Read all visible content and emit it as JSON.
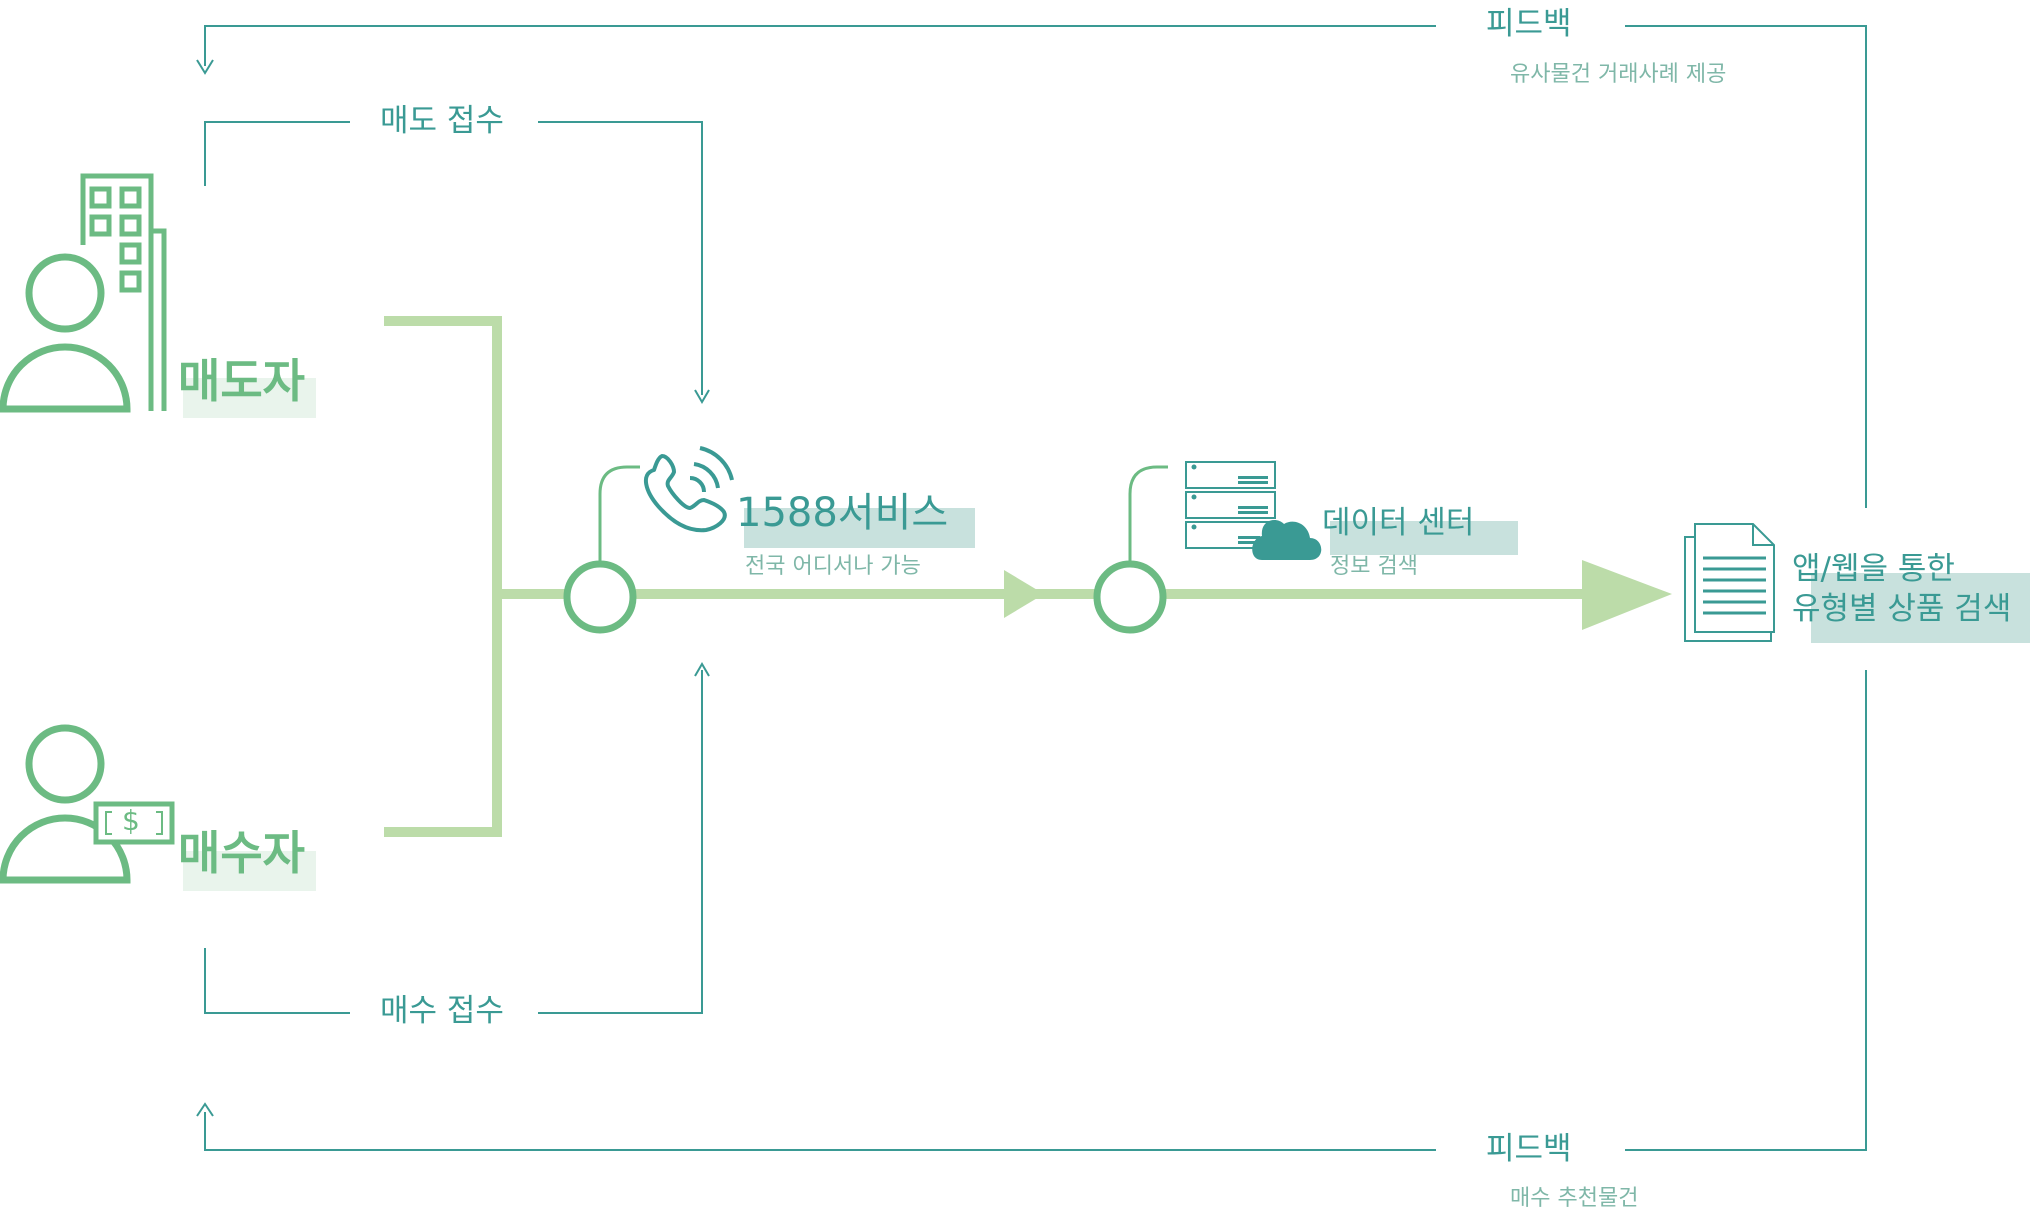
{
  "colors": {
    "teal": "#3a9a94",
    "green": "#6cbb83",
    "light_green": "#bcdca9",
    "highlight_teal": "#c8e1dd",
    "highlight_green": "#e9f4ec",
    "subtext": "#7fb7a8"
  },
  "actors": {
    "seller": {
      "label": "매도자",
      "icon": "person-building-icon"
    },
    "buyer": {
      "label": "매수자",
      "icon": "person-money-icon",
      "money_symbol": "$"
    }
  },
  "flows": {
    "sell_intake": "매도 접수",
    "buy_intake": "매수 접수"
  },
  "feedback": {
    "top": {
      "title": "피드백",
      "desc": "유사물건 거래사례 제공"
    },
    "bottom": {
      "title": "피드백",
      "desc": "매수 추천물건"
    }
  },
  "nodes": {
    "service": {
      "title": "1588서비스",
      "desc": "전국 어디서나 가능",
      "icon": "phone-icon"
    },
    "datacenter": {
      "title": "데이터 센터",
      "desc": "정보 검색",
      "icon": "server-cloud-icon"
    },
    "result": {
      "line1": "앱/웹을 통한",
      "line2": "유형별 상품 검색",
      "icon": "document-icon"
    }
  }
}
